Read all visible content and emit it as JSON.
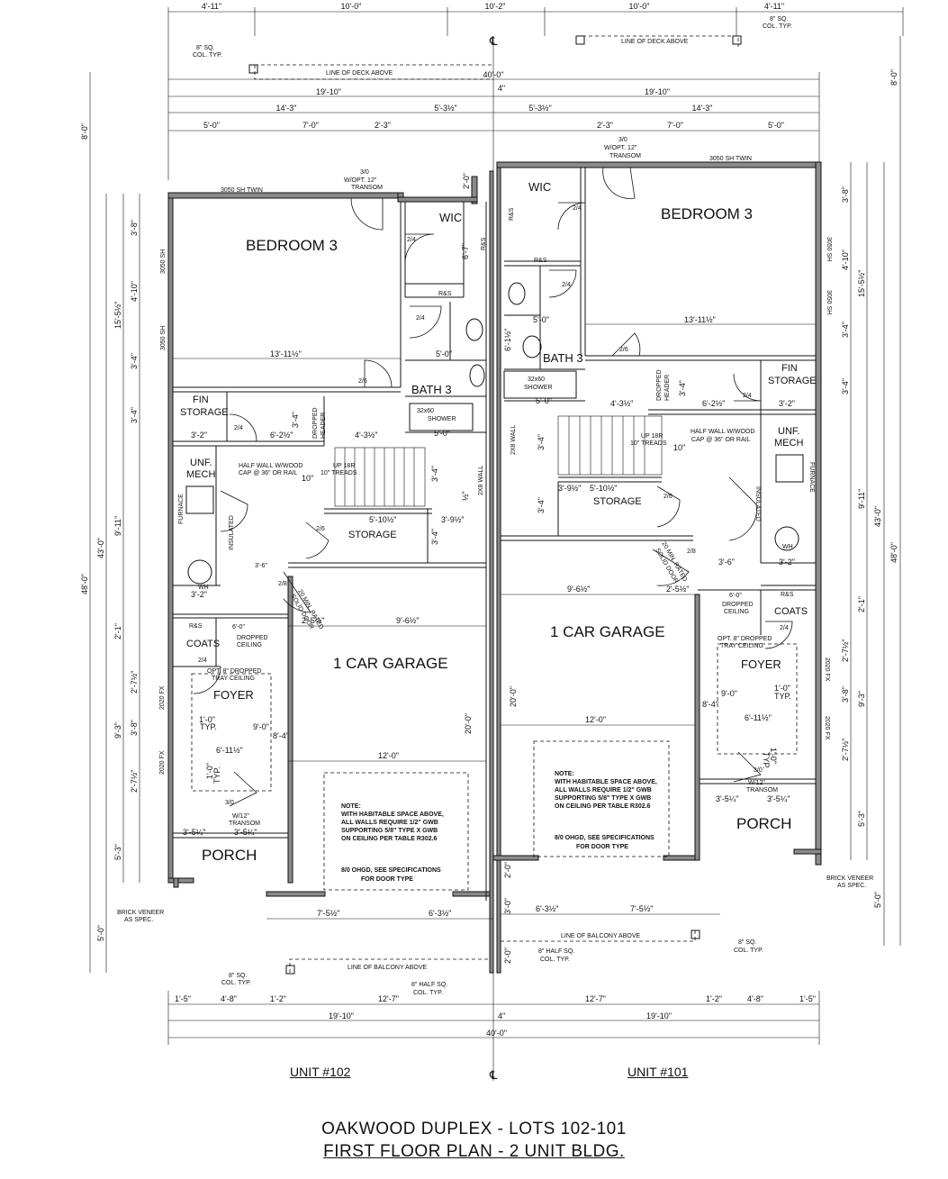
{
  "title": {
    "line1": "OAKWOOD DUPLEX  -  LOTS 102-101",
    "line2": "FIRST FLOOR PLAN - 2 UNIT BLDG."
  },
  "units": {
    "left": "UNIT #102",
    "right": "UNIT #101"
  },
  "rooms": {
    "bedroom": "BEDROOM 3",
    "wic": "WIC",
    "bath": "BATH 3",
    "garage": "1 CAR GARAGE",
    "storage": "STORAGE",
    "fin_storage_1": "FIN",
    "fin_storage_2": "STORAGE",
    "unf_mech_1": "UNF.",
    "unf_mech_2": "MECH",
    "foyer": "FOYER",
    "porch": "PORCH",
    "coats": "COATS",
    "rs": "R&S"
  },
  "labels": {
    "line_of_deck": "LINE OF DECK ABOVE",
    "line_of_balcony": "LINE OF BALCONY ABOVE",
    "col_8sq": "8\" SQ.",
    "col_typ": "COL. TYP.",
    "half_sq": "8\" HALF SQ.",
    "window_twin": "3050 SH TWIN",
    "window_sh": "3050 SH",
    "window_fx": "2020 FX",
    "door_30": "3/0",
    "w_opt_12": "W/OPT. 12\"",
    "transom": "TRANSOM",
    "w_12": "W/12\"",
    "door_24": "2/4",
    "door_26": "2/6",
    "door_28": "2/8",
    "shower_1": "32x60",
    "shower_2": "SHOWER",
    "dropped_header_1": "DROPPED",
    "dropped_header_2": "HEADER",
    "half_wall_1": "HALF WALL W/WOOD",
    "half_wall_2": "CAP @ 36\" OR RAIL",
    "up_1": "UP 18R",
    "up_2": "10\" TREADS",
    "wall_2x8": "2X8 WALL",
    "furnace": "FURNACE",
    "insulated": "INSULATED",
    "wh": "WH",
    "fire_door_1": "20 MIN. RATED",
    "fire_door_2": "SOLID DOOR",
    "dropped_ceiling_1": "6'-0\"",
    "dropped_ceiling_2": "DROPPED",
    "dropped_ceiling_3": "CEILING",
    "tray_1": "OPT. 8\" DROPPED",
    "tray_2": "TRAY CEILING",
    "typ": "TYP.",
    "brick_1": "BRICK VENEER",
    "brick_2": "AS SPEC.",
    "centerline": "℄"
  },
  "garage_note": [
    "NOTE:",
    "WITH HABITABLE SPACE ABOVE,",
    "ALL WALLS REQUIRE 1/2\" GWB",
    "SUPPORTING 5/8\" TYPE X GWB",
    "ON CEILING PER TABLE R302.6",
    "",
    "8/0 OHGD, SEE SPECIFICATIONS",
    "FOR DOOR TYPE"
  ],
  "dims": {
    "top_row1": [
      "4'-11\"",
      "10'-0\"",
      "10'-2\"",
      "10'-0\"",
      "4'-11\""
    ],
    "overall": "40'-0\"",
    "half_1910": "19'-10\"",
    "four_in": "4\"",
    "top_row3": [
      "14'-3\"",
      "5'-3½\"",
      "5'-3½\"",
      "14'-3\""
    ],
    "top_row4": [
      "5'-0\"",
      "7'-0\"",
      "2'-3\"",
      "2'-3\"",
      "7'-0\"",
      "5'-0\""
    ],
    "two_0": "2'-0\"",
    "bed_width": "13'-11½\"",
    "v_8_0": "8'-0\"",
    "v_48_0": "48'-0\"",
    "v_43_0": "43'-0\"",
    "v_15_5": "15'-5½\"",
    "v_9_11": "9'-11\"",
    "v_9_3": "9'-3\"",
    "v_5_3": "5'-3\"",
    "v_5_0": "5'-0\"",
    "v_3_8": "3'-8\"",
    "v_4_10": "4'-10\"",
    "v_3_4": "3'-4\"",
    "v_2_1": "2'-1\"",
    "v_2_7": "2'-7½\"",
    "v_6_7": "6'-7\"",
    "storage_w": "3'-2\"",
    "s_6_2": "6'-2½\"",
    "s_4_3": "4'-3½\"",
    "s_5_10": "5'-10½\"",
    "s_3_9": "3'-9½\"",
    "s_3_6": "3'-6\"",
    "s_2_5": "2'-5½\"",
    "s_9_6": "9'-6½\"",
    "s_12_0": "12'-0\"",
    "s_20_0": "20'-0\"",
    "s_6_11": "6'-11½\"",
    "s_1_0": "1'-0\"",
    "s_9_0": "9'-0\"",
    "s_8_4": "8'-4\"",
    "s_3_5": "3'-5¼\"",
    "s_5_0": "5'-0\"",
    "s_10": "10\"",
    "s_half": "½\"",
    "s_6_1": "6'-1½\"",
    "bot_7_5": "7'-5½\"",
    "bot_6_3": "6'-3½\"",
    "bot_row": [
      "1'-5\"",
      "4'-8\"",
      "1'-2\"",
      "12'-7\"",
      "12'-7\"",
      "1'-2\"",
      "4'-8\"",
      "1'-5\""
    ],
    "v_3_0": "3'-0\""
  }
}
